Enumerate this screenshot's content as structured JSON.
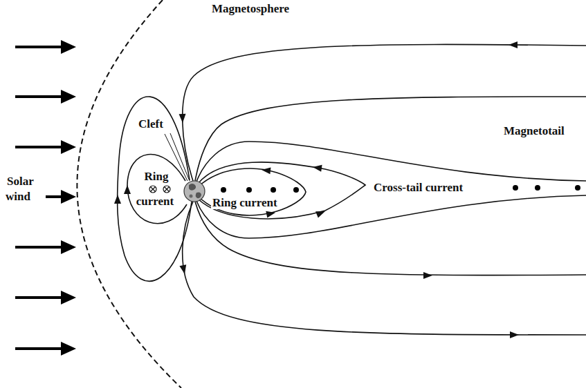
{
  "diagram": {
    "labels": [
      "Magnetosphere",
      "Cleft",
      "Magnetotail",
      "Solar wind",
      "Ring current",
      "Ring current",
      "Cross-tail current"
    ]
  }
}
